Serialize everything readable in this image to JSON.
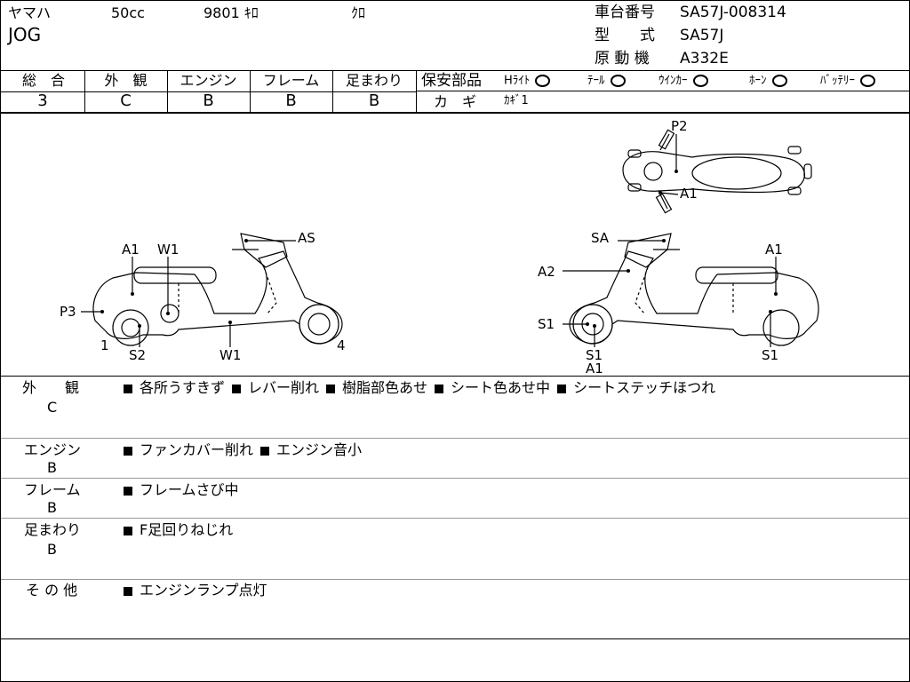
{
  "header": {
    "maker": "ヤマハ",
    "displacement": "50cc",
    "mileage": "9801 ｷﾛ",
    "color": "ｸﾛ",
    "model_name": "JOG",
    "frame_no_label": "車台番号",
    "frame_no": "SA57J-008314",
    "type_label": "型　　式",
    "type_value": "SA57J",
    "engine_label": "原 動 機",
    "engine_value": "A332E"
  },
  "grades": {
    "overall": {
      "label": "総　合",
      "value": "3"
    },
    "exterior": {
      "label": "外　観",
      "value": "C"
    },
    "engine": {
      "label": "エンジン",
      "value": "B"
    },
    "frame": {
      "label": "フレーム",
      "value": "B"
    },
    "suspension": {
      "label": "足まわり",
      "value": "B"
    }
  },
  "safety": {
    "label": "保安部品",
    "items": [
      {
        "label": "Hﾗｲﾄ",
        "status": "O"
      },
      {
        "label": "ﾃｰﾙ",
        "status": "O"
      },
      {
        "label": "ｳｲﾝｶｰ",
        "status": "O"
      },
      {
        "label": "ﾎｰﾝ",
        "status": "O"
      },
      {
        "label": "ﾊﾞｯﾃﾘｰ",
        "status": "O"
      }
    ],
    "key_label": "カ　ギ",
    "key_value": "ｶｷﾞ1"
  },
  "diagram_labels": {
    "left": {
      "a1": "A1",
      "w1_top": "W1",
      "as": "AS",
      "p3": "P3",
      "n1": "1",
      "s2": "S2",
      "w1_bottom": "W1",
      "n4": "4"
    },
    "top": {
      "p2": "P2",
      "a1": "A1"
    },
    "right": {
      "sa": "SA",
      "a2": "A2",
      "a1": "A1",
      "s1_left": "S1",
      "s1_bottom": "S1",
      "a1_bottom": "A1",
      "s1_right": "S1"
    }
  },
  "remarks": [
    {
      "label": "外　　観",
      "grade": "C",
      "items": [
        "各所うすきず",
        "レバー削れ",
        "樹脂部色あせ",
        "シート色あせ中",
        "シートステッチほつれ"
      ]
    },
    {
      "label": "エンジン",
      "grade": "B",
      "items": [
        "ファンカバー削れ",
        "エンジン音小"
      ]
    },
    {
      "label": "フレーム",
      "grade": "B",
      "items": [
        "フレームさび中"
      ]
    },
    {
      "label": "足まわり",
      "grade": "B",
      "items": [
        "F足回りねじれ"
      ]
    },
    {
      "label": "そ の 他",
      "grade": "",
      "items": [
        "エンジンランプ点灯"
      ]
    }
  ]
}
